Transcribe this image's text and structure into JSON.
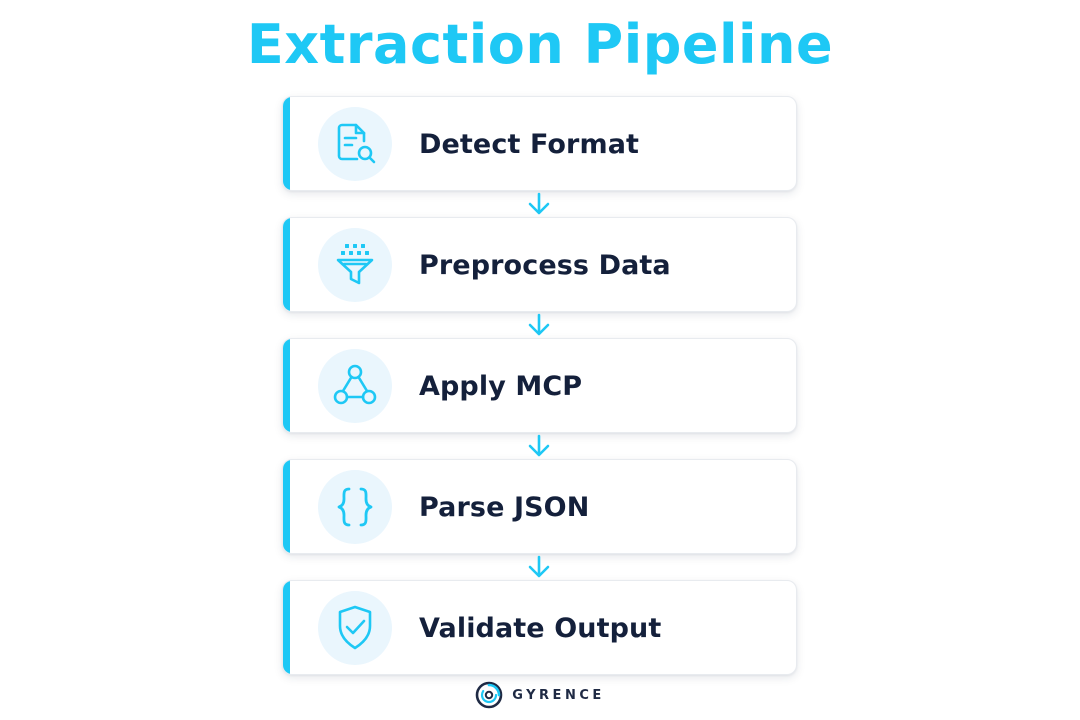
{
  "title": "Extraction Pipeline",
  "colors": {
    "accent": "#1ec8f5",
    "title": "#1ec8f5",
    "icon_bg": "#eaf6fd",
    "label": "#14203b",
    "logo_dark": "#1f2a44"
  },
  "steps": [
    {
      "label": "Detect Format",
      "icon": "document-search-icon"
    },
    {
      "label": "Preprocess Data",
      "icon": "funnel-filter-icon"
    },
    {
      "label": "Apply MCP",
      "icon": "network-nodes-icon"
    },
    {
      "label": "Parse JSON",
      "icon": "curly-braces-icon"
    },
    {
      "label": "Validate Output",
      "icon": "shield-check-icon"
    }
  ],
  "connector_icon": "arrow-down-icon",
  "brand": {
    "name": "GYRENCE",
    "icon": "swirl-logo-icon"
  }
}
